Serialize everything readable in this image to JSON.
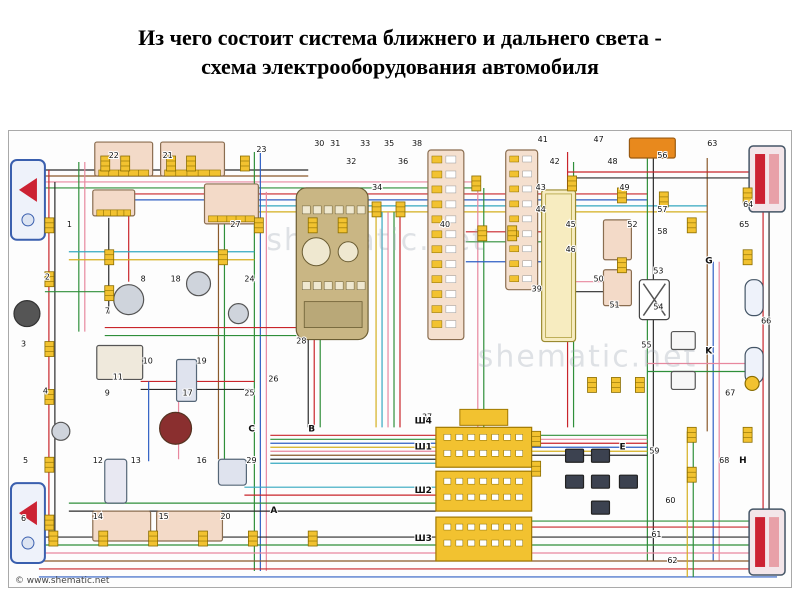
{
  "slide": {
    "title_line1": "Из чего состоит система ближнего и дальнего света -",
    "title_line2": "схема  электрооборудования автомобиля"
  },
  "diagram": {
    "watermark_small": "© www.shematic.net",
    "watermark_large": "shematic.net",
    "component_numbers": [
      "1",
      "2",
      "3",
      "4",
      "5",
      "6",
      "7",
      "8",
      "9",
      "10",
      "11",
      "12",
      "13",
      "14",
      "15",
      "16",
      "17",
      "18",
      "19",
      "20",
      "21",
      "22",
      "23",
      "24",
      "25",
      "26",
      "27",
      "28",
      "29",
      "30",
      "31",
      "32",
      "33",
      "34",
      "35",
      "36",
      "37",
      "38",
      "39",
      "40",
      "41",
      "42",
      "43",
      "44",
      "45",
      "46",
      "47",
      "48",
      "49",
      "50",
      "51",
      "52",
      "53",
      "54",
      "55",
      "56",
      "57",
      "58",
      "59",
      "60",
      "61",
      "62",
      "63",
      "64",
      "65",
      "66",
      "67",
      "68"
    ],
    "connector_labels": [
      "Ш1",
      "Ш2",
      "Ш3",
      "Ш4"
    ],
    "junction_letters": [
      "A",
      "B",
      "C",
      "E",
      "G",
      "H",
      "K"
    ]
  }
}
